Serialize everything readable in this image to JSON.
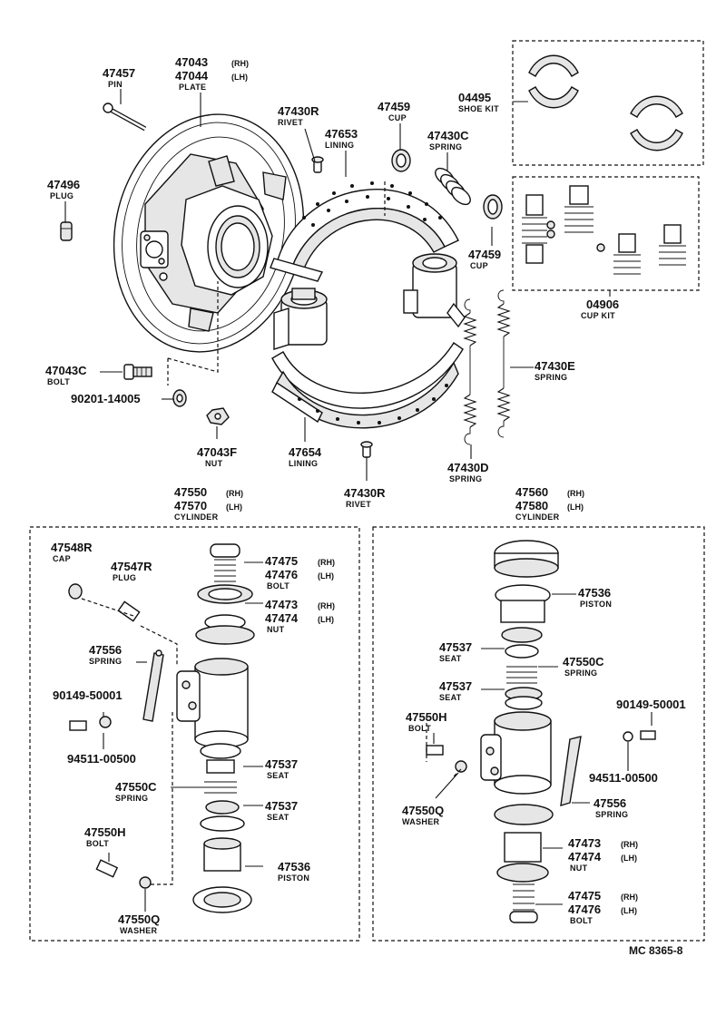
{
  "parts": {
    "p47457": {
      "num": "47457",
      "name": "PIN"
    },
    "p47043": {
      "num": "47043",
      "side": "(RH)"
    },
    "p47044": {
      "num": "47044",
      "side": "(LH)",
      "name": "PLATE"
    },
    "p47496": {
      "num": "47496",
      "name": "PLUG"
    },
    "p47430R_top": {
      "num": "47430R",
      "name": "RIVET"
    },
    "p47653": {
      "num": "47653",
      "name": "LINING"
    },
    "p47459_top": {
      "num": "47459",
      "name": "CUP"
    },
    "p47430C": {
      "num": "47430C",
      "name": "SPRING"
    },
    "p04495": {
      "num": "04495",
      "name": "SHOE KIT"
    },
    "p47459_mid": {
      "num": "47459",
      "name": "CUP"
    },
    "p04906": {
      "num": "04906",
      "name": "CUP KIT"
    },
    "p47430E": {
      "num": "47430E",
      "name": "SPRING"
    },
    "p47043C": {
      "num": "47043C",
      "name": "BOLT"
    },
    "p90201": {
      "num": "90201-14005"
    },
    "p47043F": {
      "num": "47043F",
      "name": "NUT"
    },
    "p47654": {
      "num": "47654",
      "name": "LINING"
    },
    "p47430R_bot": {
      "num": "47430R",
      "name": "RIVET"
    },
    "p47430D": {
      "num": "47430D",
      "name": "SPRING"
    },
    "p47550": {
      "num": "47550",
      "side": "(RH)"
    },
    "p47570": {
      "num": "47570",
      "side": "(LH)",
      "name": "CYLINDER"
    },
    "p47560": {
      "num": "47560",
      "side": "(RH)"
    },
    "p47580": {
      "num": "47580",
      "side": "(LH)",
      "name": "CYLINDER"
    },
    "L_47548R": {
      "num": "47548R",
      "name": "CAP"
    },
    "L_47547R": {
      "num": "47547R",
      "name": "PLUG"
    },
    "L_47475": {
      "num": "47475",
      "side": "(RH)"
    },
    "L_47476": {
      "num": "47476",
      "side": "(LH)",
      "name": "BOLT"
    },
    "L_47473": {
      "num": "47473",
      "side": "(RH)"
    },
    "L_47474": {
      "num": "47474",
      "side": "(LH)",
      "name": "NUT"
    },
    "L_47556": {
      "num": "47556",
      "name": "SPRING"
    },
    "L_90149": {
      "num": "90149-50001"
    },
    "L_94511": {
      "num": "94511-00500"
    },
    "L_47537a": {
      "num": "47537",
      "name": "SEAT"
    },
    "L_47550C": {
      "num": "47550C",
      "name": "SPRING"
    },
    "L_47537b": {
      "num": "47537",
      "name": "SEAT"
    },
    "L_47550H": {
      "num": "47550H",
      "name": "BOLT"
    },
    "L_47536": {
      "num": "47536",
      "name": "PISTON"
    },
    "L_47550Q": {
      "num": "47550Q",
      "name": "WASHER"
    },
    "R_47536": {
      "num": "47536",
      "name": "PISTON"
    },
    "R_47537a": {
      "num": "47537",
      "name": "SEAT"
    },
    "R_47550C": {
      "num": "47550C",
      "name": "SPRING"
    },
    "R_47537b": {
      "num": "47537",
      "name": "SEAT"
    },
    "R_90149": {
      "num": "90149-50001"
    },
    "R_47550H": {
      "num": "47550H",
      "name": "BOLT"
    },
    "R_94511": {
      "num": "94511-00500"
    },
    "R_47550Q": {
      "num": "47550Q",
      "name": "WASHER"
    },
    "R_47556": {
      "num": "47556",
      "name": "SPRING"
    },
    "R_47473": {
      "num": "47473",
      "side": "(RH)"
    },
    "R_47474": {
      "num": "47474",
      "side": "(LH)",
      "name": "NUT"
    },
    "R_47475": {
      "num": "47475",
      "side": "(RH)"
    },
    "R_47476": {
      "num": "47476",
      "side": "(LH)",
      "name": "BOLT"
    }
  },
  "footer": {
    "code": "MC 8365-8"
  }
}
